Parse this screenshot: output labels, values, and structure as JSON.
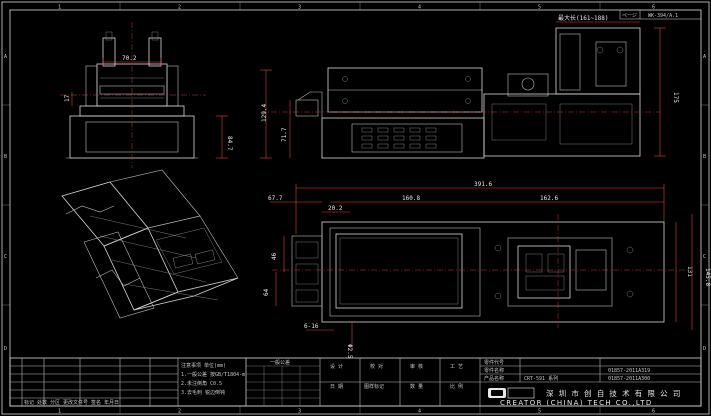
{
  "border": {
    "columns": [
      "1",
      "2",
      "3",
      "4",
      "5",
      "6"
    ],
    "rows": [
      "A",
      "B",
      "C",
      "D"
    ]
  },
  "revision_box": {
    "col_a": "ページ",
    "col_b": "WK-394/A.1"
  },
  "dimensions": {
    "front_width": "70.2",
    "front_left": "17",
    "side_height_total": "129.4",
    "side_height_mid": "71.7",
    "front_height": "84.7",
    "right_height": "175",
    "top_note": "最大长(161~188)",
    "plan_total_length": "391.6",
    "plan_left_offset": "67.7",
    "plan_small": "20.2",
    "plan_span_a": "160.8",
    "plan_span_b": "162.6",
    "plan_height_a": "46",
    "plan_height_b": "64",
    "plan_width_a": "131",
    "plan_width_b": "145.8",
    "plan_bottom_a": "6-16",
    "plan_bottom_b": "Φ2.5"
  },
  "title_block": {
    "notes": [
      "注意事项 单位(mm)",
      "1.一般公差 按GB/T1804-m",
      "2.未注倒角 C0.5",
      "3.去毛刺 锐边倒钝"
    ],
    "table_header": "一般公差",
    "sign_row1": [
      "设 计",
      "校 对",
      "审 核",
      "工 艺"
    ],
    "sign_row2": [
      "日 期",
      "图样标记",
      "数 量",
      "比 例"
    ],
    "part_no_label": "零件代号",
    "part_name_label": "零件名称",
    "product_label": "产品名称",
    "product_value": "CRT-591 系列",
    "drawing_no_1": "01857-2011A319",
    "drawing_no_2": "01857-2011A300",
    "company_cn": "深 圳 市 创 自 技 术 有 限 公 司",
    "company_en": "CREATOR (CHINA) TECH CO.,LTD",
    "footer_left": "标记  处数  分区  更改文件号  签名  年月日"
  },
  "colors": {
    "background": "#000000",
    "lines": "#d8d8d8",
    "dimension": "#e04040",
    "text": "#dcdcdc"
  }
}
